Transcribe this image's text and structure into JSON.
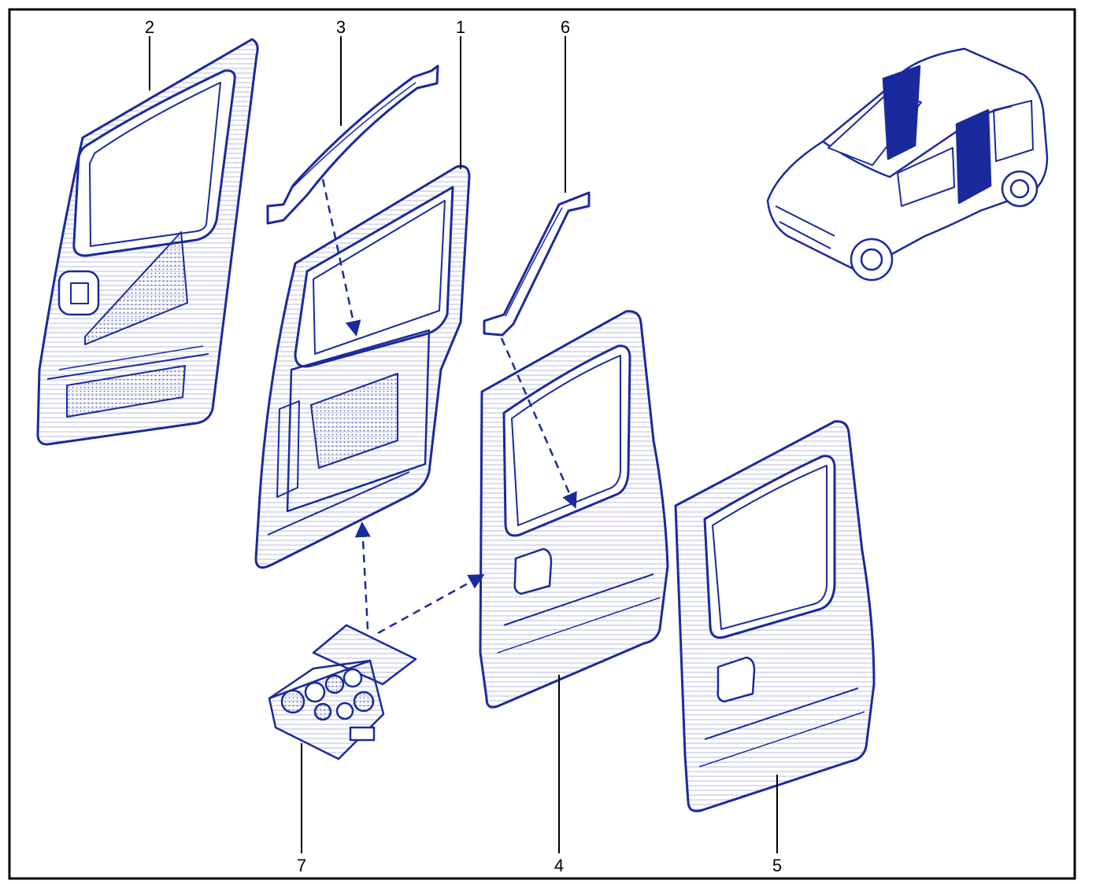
{
  "colors": {
    "ink": "#1a2a9c",
    "ink_fill": "#e6e9f8",
    "frame": "#000000",
    "background": "#ffffff",
    "leader": "#000000"
  },
  "callouts": {
    "door_frame": "1",
    "inner_trim_panel": "2",
    "upper_reinforcement": "3",
    "outer_panel_4": "4",
    "outer_panel_5": "5",
    "reinforcement_strip": "6",
    "fixing_kit_box": "7"
  },
  "icons": {
    "vehicle": "van-location-icon",
    "kit": "parts-box-icon"
  }
}
